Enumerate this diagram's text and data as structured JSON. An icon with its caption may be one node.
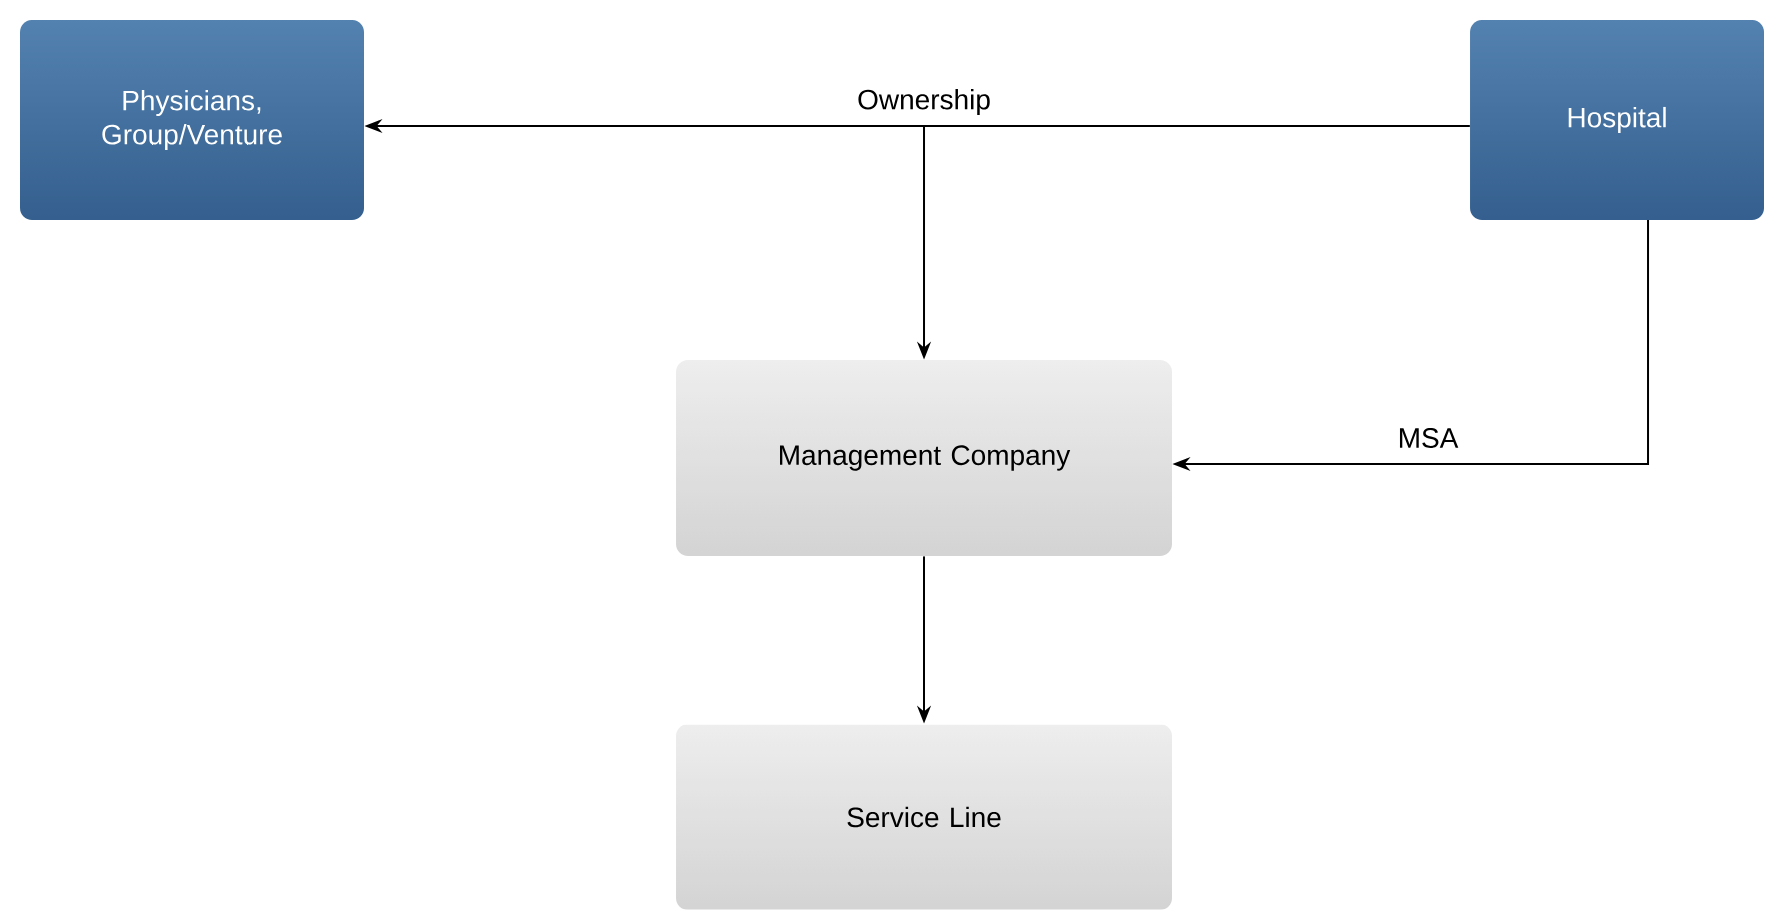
{
  "diagram": {
    "nodes": [
      {
        "text": [
          "Physicians, Group/Venture"
        ]
      },
      {
        "text": [
          "Hospital"
        ]
      },
      {
        "text": [
          "Management Company"
        ]
      },
      {
        "text": [
          "Service Line"
        ]
      }
    ],
    "edges": [
      {
        "from": 1,
        "to": 0,
        "arrow": "to",
        "label": "Ownership"
      },
      {
        "from": 1,
        "to": 2,
        "arrow": "to"
      },
      {
        "from": 1,
        "to": 2,
        "arrow": "to",
        "label": "MSA"
      },
      {
        "from": 2,
        "to": 3,
        "arrow": "to"
      }
    ]
  }
}
